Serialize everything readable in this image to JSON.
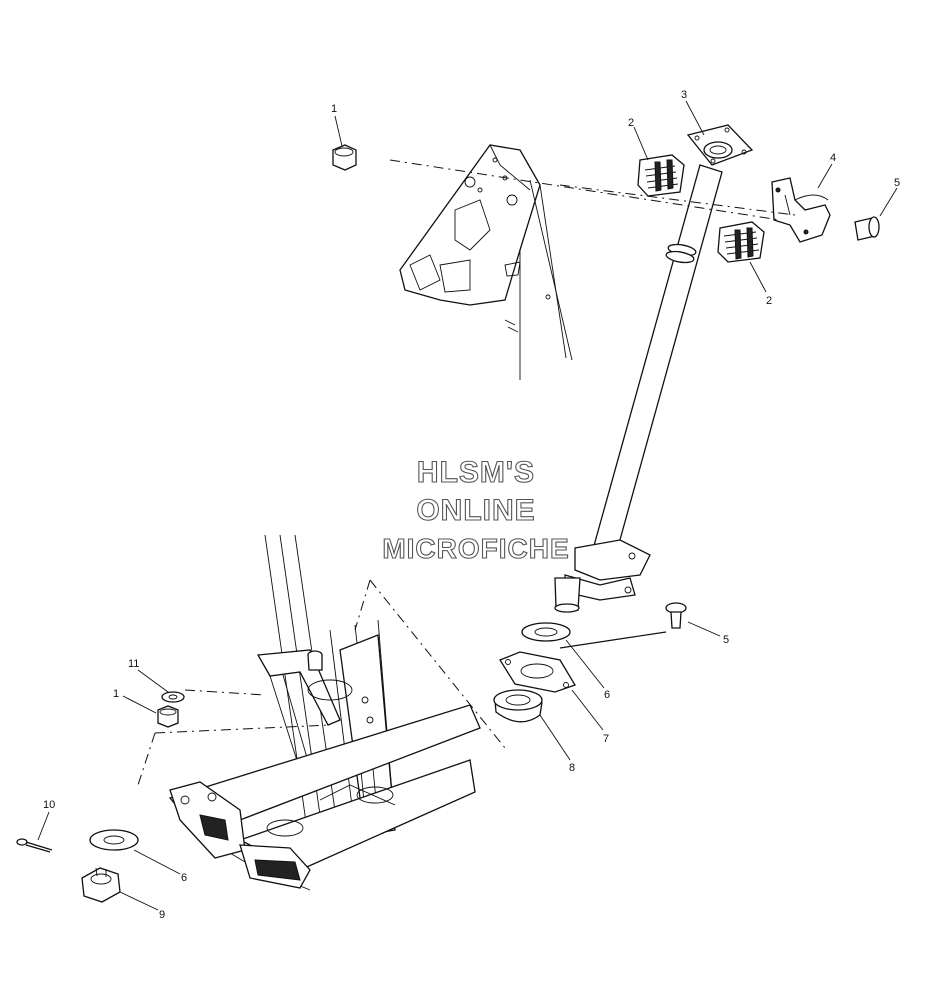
{
  "watermark": {
    "line1": "HLSM'S",
    "line2": "ONLINE",
    "line3": "MICROFICHE"
  },
  "callouts": {
    "c1_top": "1",
    "c2_upper": "2",
    "c3": "3",
    "c4": "4",
    "c5_upper": "5",
    "c2_lower": "2",
    "c5_lower": "5",
    "c6_right": "6",
    "c7": "7",
    "c8": "8",
    "c11": "11",
    "c1_lower": "1",
    "c10": "10",
    "c6_left": "6",
    "c9": "9"
  }
}
